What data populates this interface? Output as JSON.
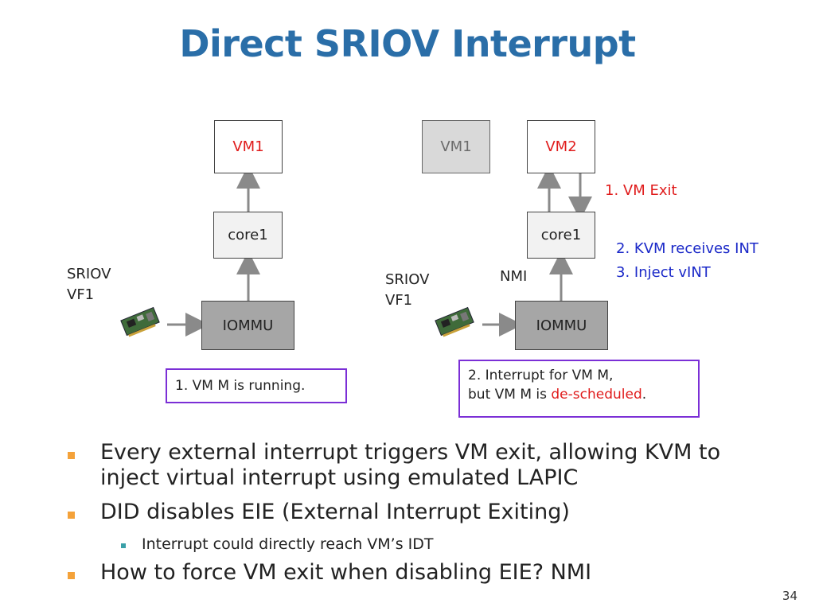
{
  "slide": {
    "title": "Direct SRIOV Interrupt",
    "page_number": "34"
  },
  "left_diagram": {
    "vm_label": "VM1",
    "core_label": "core1",
    "iommu_label": "IOMMU",
    "device_label_line1": "SRIOV",
    "device_label_line2": "VF1",
    "note": "1. VM M is running."
  },
  "right_diagram": {
    "vm1_label": "VM1",
    "vm2_label": "VM2",
    "core_label": "core1",
    "iommu_label": "IOMMU",
    "device_label_line1": "SRIOV",
    "device_label_line2": "VF1",
    "nmi_label": "NMI",
    "step1": "1. VM Exit",
    "step2": "2. KVM receives INT",
    "step3": "3. Inject vINT",
    "note_line1": "2. Interrupt for VM M,",
    "note_line2_prefix": "but VM M is ",
    "note_line2_highlight": "de-scheduled",
    "note_line2_suffix": "."
  },
  "bullets": [
    {
      "level": 1,
      "text": "Every external interrupt triggers VM exit, allowing KVM to"
    },
    {
      "level": 1,
      "text_cont": "inject virtual interrupt using emulated LAPIC"
    },
    {
      "level": 1,
      "text": "DID disables EIE (External Interrupt Exiting)"
    },
    {
      "level": 2,
      "text": "Interrupt could directly reach VM’s IDT"
    },
    {
      "level": 1,
      "text": "How to force VM exit when disabling EIE? NMI"
    }
  ],
  "colors": {
    "title": "#2a6ea8",
    "highlight_red": "#e01b1b",
    "highlight_blue": "#1a28c8",
    "note_border": "#7b2fd6",
    "bullet_l1": "#f4a23a",
    "bullet_l2": "#3aa0a8"
  },
  "icons": {
    "device": "network-card-icon"
  }
}
